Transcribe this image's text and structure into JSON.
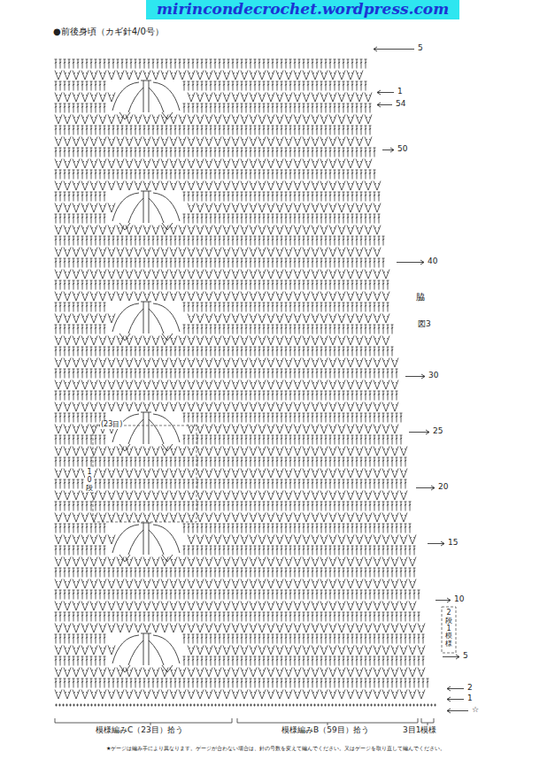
{
  "diagram": {
    "title": "●前後身頃（カギ針4/0号）",
    "labels": [
      "mirincondecrochet.wordpress.com",
      "5",
      "1",
      "54",
      "50",
      "40",
      "脇",
      "図3",
      "30",
      "(23目)",
      "25",
      "10段",
      "20",
      "15",
      "10",
      "2段1模様",
      "5",
      "2",
      "1",
      "☆",
      "模様編みC（23目）拾う",
      "模様編みB（59目）拾う",
      "3目1模様",
      "★ゲージは編み手により異なります。ゲージが合わない場合は、針の号数を変えて編んでください。又はゲージを取り直して編んでください。"
    ]
  }
}
